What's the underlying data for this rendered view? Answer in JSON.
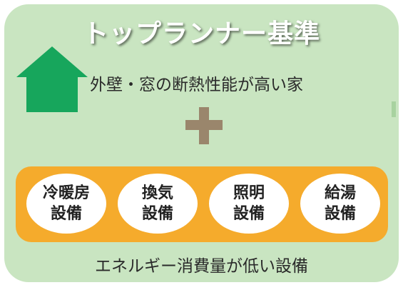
{
  "title": "トップランナー基準",
  "envelope_label": "外壁・窓の断熱性能が高い家",
  "equipment": [
    {
      "line1": "冷暖房",
      "line2": "設備"
    },
    {
      "line1": "換気",
      "line2": "設備"
    },
    {
      "line1": "照明",
      "line2": "設備"
    },
    {
      "line1": "給湯",
      "line2": "設備"
    }
  ],
  "equipment_label": "エネルギー消費量が低い設備",
  "colors": {
    "card": "#c9e5c1",
    "house": "#17a65c",
    "plus": "#9a866c",
    "band": "#f5ab2c"
  },
  "icons": {
    "house": "house-icon",
    "plus": "plus-icon"
  }
}
